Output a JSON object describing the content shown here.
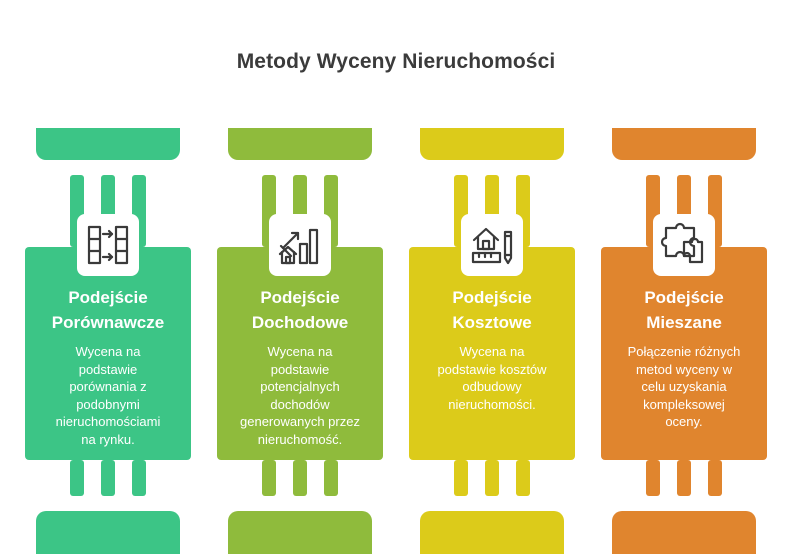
{
  "title": "Metody Wyceny Nieruchomości",
  "colors": {
    "green": "#3cc586",
    "lime": "#8fbb3c",
    "yellow": "#dccb1a",
    "orange": "#e0852e",
    "icon_stroke": "#3a3a3a"
  },
  "pillars": [
    {
      "icon": "comparison-arrows-icon",
      "heading": [
        "Podejście",
        "Porównawcze"
      ],
      "description": [
        "Wycena na",
        "podstawie",
        "porównania z",
        "podobnymi",
        "nieruchomościami",
        "na rynku."
      ]
    },
    {
      "icon": "income-chart-house-icon",
      "heading": [
        "Podejście",
        "Dochodowe"
      ],
      "description": [
        "Wycena na",
        "podstawie",
        "potencjalnych",
        "dochodów",
        "generowanych przez",
        "nieruchomość."
      ]
    },
    {
      "icon": "house-ruler-pencil-icon",
      "heading": [
        "Podejście",
        "Kosztowe"
      ],
      "description": [
        "Wycena na",
        "podstawie kosztów",
        "odbudowy",
        "nieruchomości."
      ]
    },
    {
      "icon": "puzzle-icon",
      "heading": [
        "Podejście",
        "Mieszane"
      ],
      "description": [
        "Połączenie różnych",
        "metod wyceny w",
        "celu uzyskania",
        "kompleksowej",
        "oceny."
      ]
    }
  ]
}
